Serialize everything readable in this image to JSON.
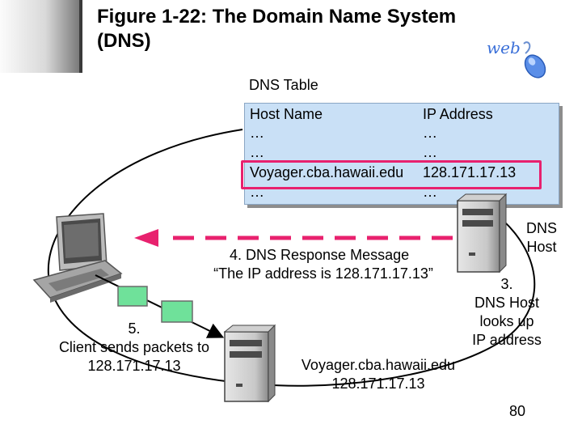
{
  "title_line1": "Figure 1-22: The Domain Name System",
  "title_line2": "(DNS)",
  "logo_text": "web",
  "dns_table": {
    "title": "DNS Table",
    "header_host": "Host Name",
    "header_ip": "IP Address",
    "rows": [
      {
        "host": "…",
        "ip": "…"
      },
      {
        "host": "…",
        "ip": "…"
      },
      {
        "host": "Voyager.cba.hawaii.edu",
        "ip": "128.171.17.13"
      },
      {
        "host": "…",
        "ip": "…"
      }
    ]
  },
  "dns_host_label_1": "DNS",
  "dns_host_label_2": "Host",
  "step4_line1": "4. DNS Response Message",
  "step4_line2": "“The IP address is 128.171.17.13”",
  "step3_line1": "3.",
  "step3_line2": "DNS Host",
  "step3_line3": "looks up",
  "step3_line4": "IP address",
  "step5_line1": "5.",
  "step5_line2": "Client sends packets to",
  "step5_line3": "128.171.17.13",
  "server_line1": "Voyager.cba.hawaii.edu",
  "server_line2": "128.171.17.13",
  "page_number": "80",
  "colors": {
    "highlight": "#e8216e",
    "table_bg": "#c9e0f6",
    "packet": "#6fe19a",
    "arrow": "#e8216e"
  }
}
